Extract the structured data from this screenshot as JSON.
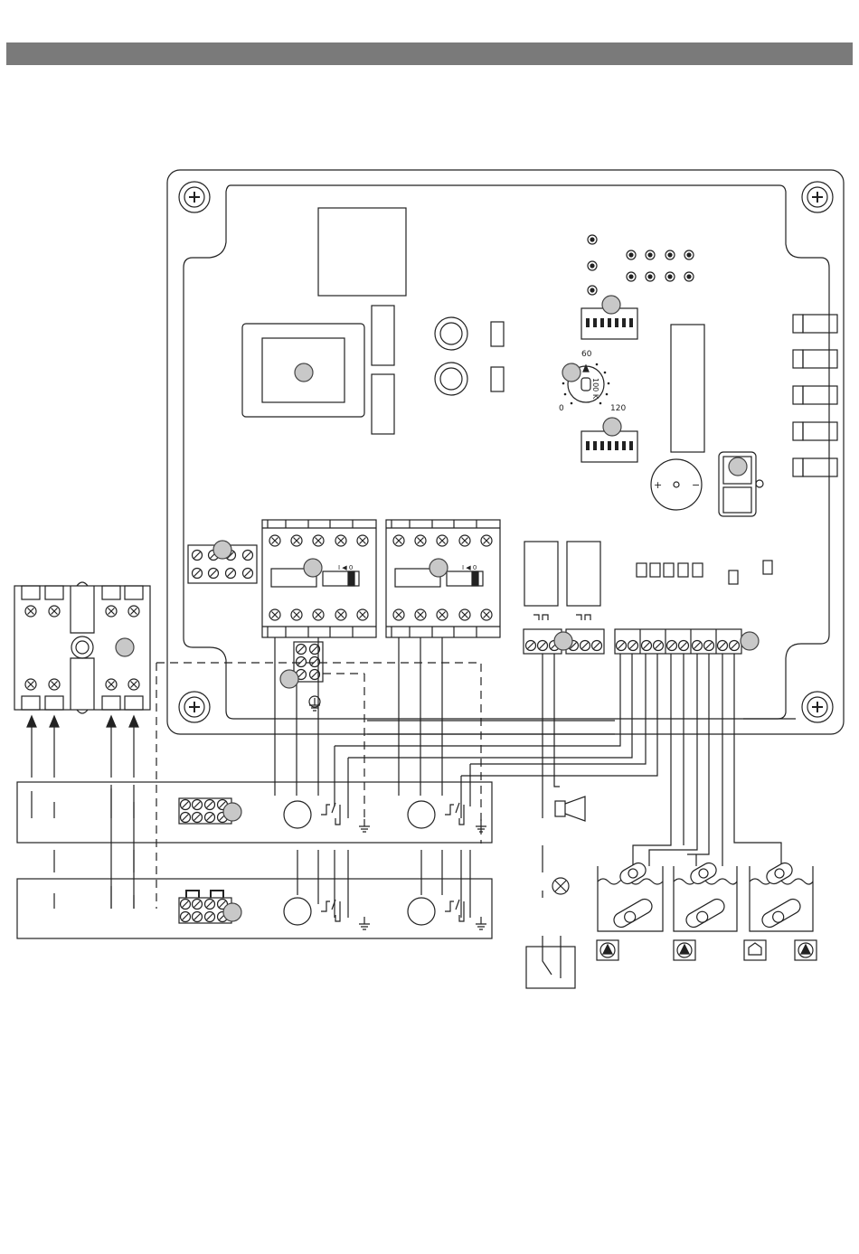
{
  "header": {
    "title": ""
  },
  "dial": {
    "label_0": "0",
    "label_60": "60",
    "label_120": "120",
    "label_face": "100 K"
  },
  "switch_marks": {
    "on_off": "I ◀ 0"
  },
  "buzzer": {
    "plus": "+",
    "minus": "−"
  },
  "colors": {
    "line": "#222222",
    "callout": "#c8c8c8",
    "header": "#7a7a7a"
  },
  "icons": [
    "screw-icon",
    "ground-icon",
    "pump-icon",
    "house-icon",
    "horn-icon",
    "lamp-icon",
    "float-switch-icon"
  ]
}
